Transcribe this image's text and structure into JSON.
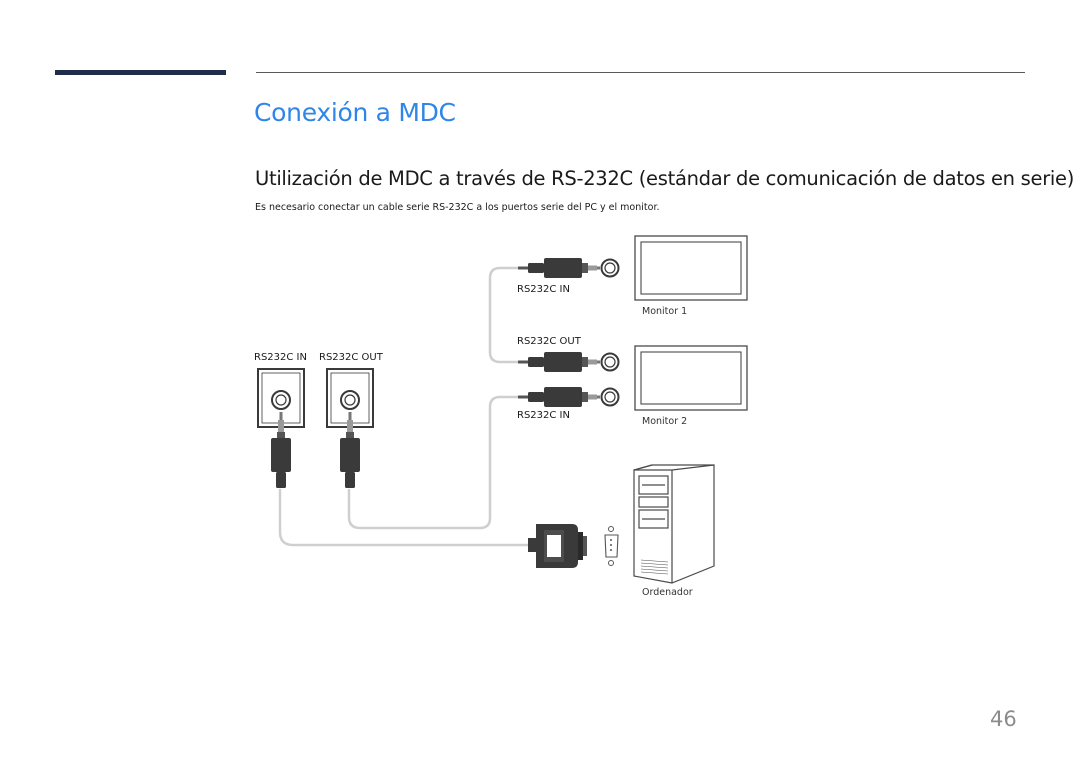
{
  "page": {
    "title": "Conexión a MDC",
    "heading": "Utilización de MDC a través de RS-232C (estándar de comunicación de datos en serie)",
    "intro": "Es necesario conectar un cable serie RS-232C a los puertos serie del PC y el monitor.",
    "page_number": "46"
  },
  "diagram": {
    "labels": {
      "monitor1_in": "RS232C IN",
      "monitor1_name": "Monitor 1",
      "monitor2_out": "RS232C OUT",
      "monitor2_in": "RS232C IN",
      "monitor2_name": "Monitor 2",
      "adapter_in": "RS232C IN",
      "adapter_out": "RS232C OUT",
      "computer_name": "Ordenador"
    }
  },
  "colors": {
    "title_blue": "#2f86e8",
    "section_bar": "#1f2c4a",
    "connector_dark": "#3a3a3a",
    "cable_gray": "#c8c8c8"
  }
}
